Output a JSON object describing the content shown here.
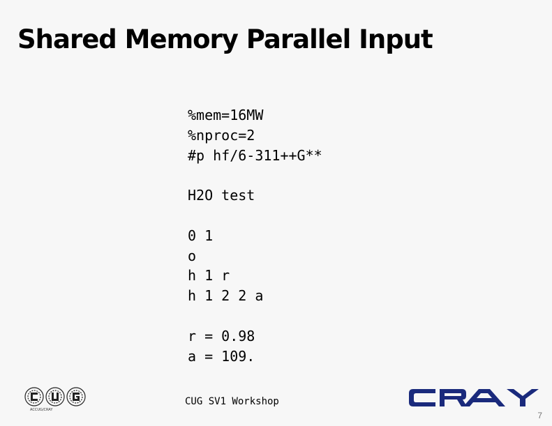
{
  "slide": {
    "title": "Shared Memory Parallel Input",
    "code_lines": [
      "%mem=16MW",
      "%nproc=2",
      "#p hf/6-311++G**",
      "",
      "H2O test",
      "",
      "0 1",
      "o",
      "h 1 r",
      "h 1 2 2 a",
      "",
      "r = 0.98",
      "a = 109."
    ],
    "footer": "CUG SV1 Workshop",
    "page_number": "7",
    "cray_logo_text": "CRAY",
    "cug_logo_caption": "ACCUG/CRAY",
    "colors": {
      "cray_blue": "#1a2a7c",
      "background": "#f7f7f7"
    }
  }
}
